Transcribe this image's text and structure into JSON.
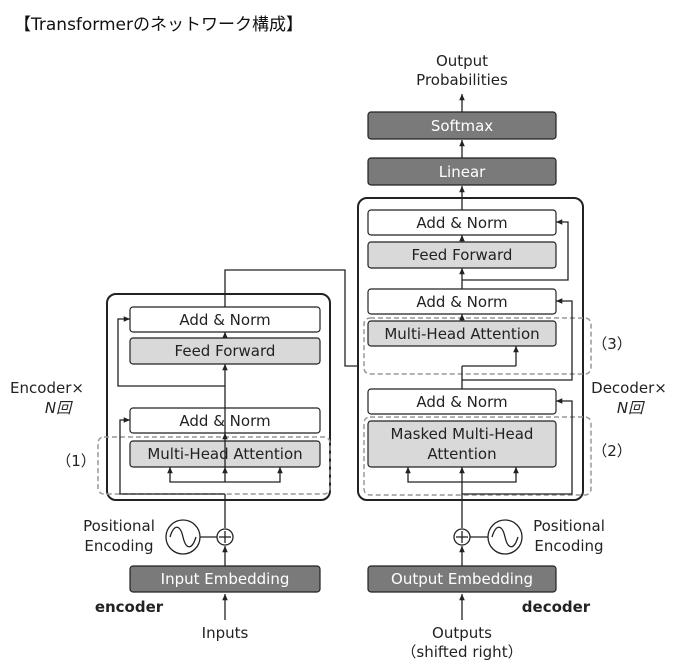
{
  "title": "【Transformerのネットワーク構成】",
  "encoder": {
    "label": "encoder",
    "repeat_line1": "Encoder×",
    "repeat_line2": "N回",
    "input": "Inputs",
    "embedding": "Input Embedding",
    "positional_line1": "Positional",
    "positional_line2": "Encoding",
    "attention": "Multi-Head Attention",
    "add_norm_1": "Add & Norm",
    "feed_forward": "Feed Forward",
    "add_norm_2": "Add & Norm",
    "marker": "（1）"
  },
  "decoder": {
    "label": "decoder",
    "repeat_line1": "Decoder×",
    "repeat_line2": "N回",
    "input_line1": "Outputs",
    "input_line2": "（shifted right）",
    "embedding": "Output Embedding",
    "positional_line1": "Positional",
    "positional_line2": "Encoding",
    "masked_line1": "Masked Multi-Head",
    "masked_line2": "Attention",
    "add_norm_1": "Add & Norm",
    "attention": "Multi-Head Attention",
    "add_norm_2": "Add & Norm",
    "feed_forward": "Feed Forward",
    "add_norm_3": "Add & Norm",
    "marker_masked": "（2）",
    "marker_attention": "（3）"
  },
  "head": {
    "linear": "Linear",
    "softmax": "Softmax",
    "output_line1": "Output",
    "output_line2": "Probabilities"
  },
  "colors": {
    "white_box": "#ffffff",
    "light_box": "#d9d9d9",
    "dark_box": "#7a7a7a",
    "stroke": "#222222",
    "dashed": "#999999"
  }
}
